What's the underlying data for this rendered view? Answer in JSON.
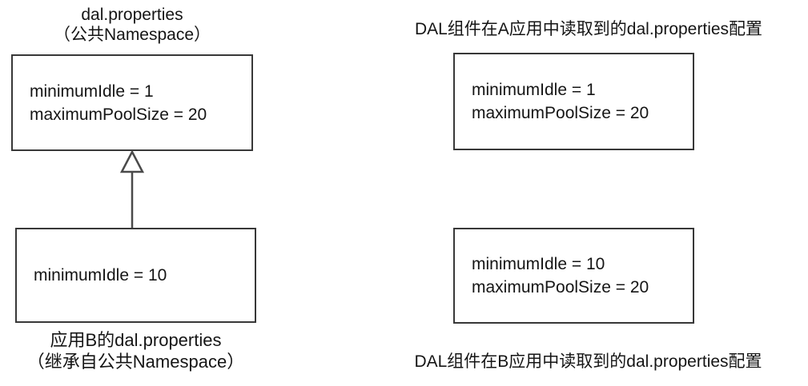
{
  "colors": {
    "background": "#ffffff",
    "box_border": "#383838",
    "text": "#151515",
    "arrow": "#4a4a4a"
  },
  "left_diagram": {
    "parent_title": {
      "line1": "dal.properties",
      "line2": "（公共Namespace）"
    },
    "parent_box": {
      "lines": {
        "0": "minimumIdle = 1",
        "1": "maximumPoolSize = 20"
      }
    },
    "arrow": {
      "type": "uml-inheritance",
      "direction": "child-points-to-parent"
    },
    "child_box": {
      "lines": {
        "0": "minimumIdle = 10"
      }
    },
    "child_caption": {
      "line1": "应用B的dal.properties",
      "line2": "（继承自公共Namespace）"
    }
  },
  "right_diagram": {
    "app_a_title": "DAL组件在A应用中读取到的dal.properties配置",
    "app_a_box": {
      "lines": {
        "0": "minimumIdle = 1",
        "1": "maximumPoolSize = 20"
      }
    },
    "app_b_box": {
      "lines": {
        "0": "minimumIdle = 10",
        "1": "maximumPoolSize = 20"
      }
    },
    "app_b_caption": "DAL组件在B应用中读取到的dal.properties配置"
  }
}
